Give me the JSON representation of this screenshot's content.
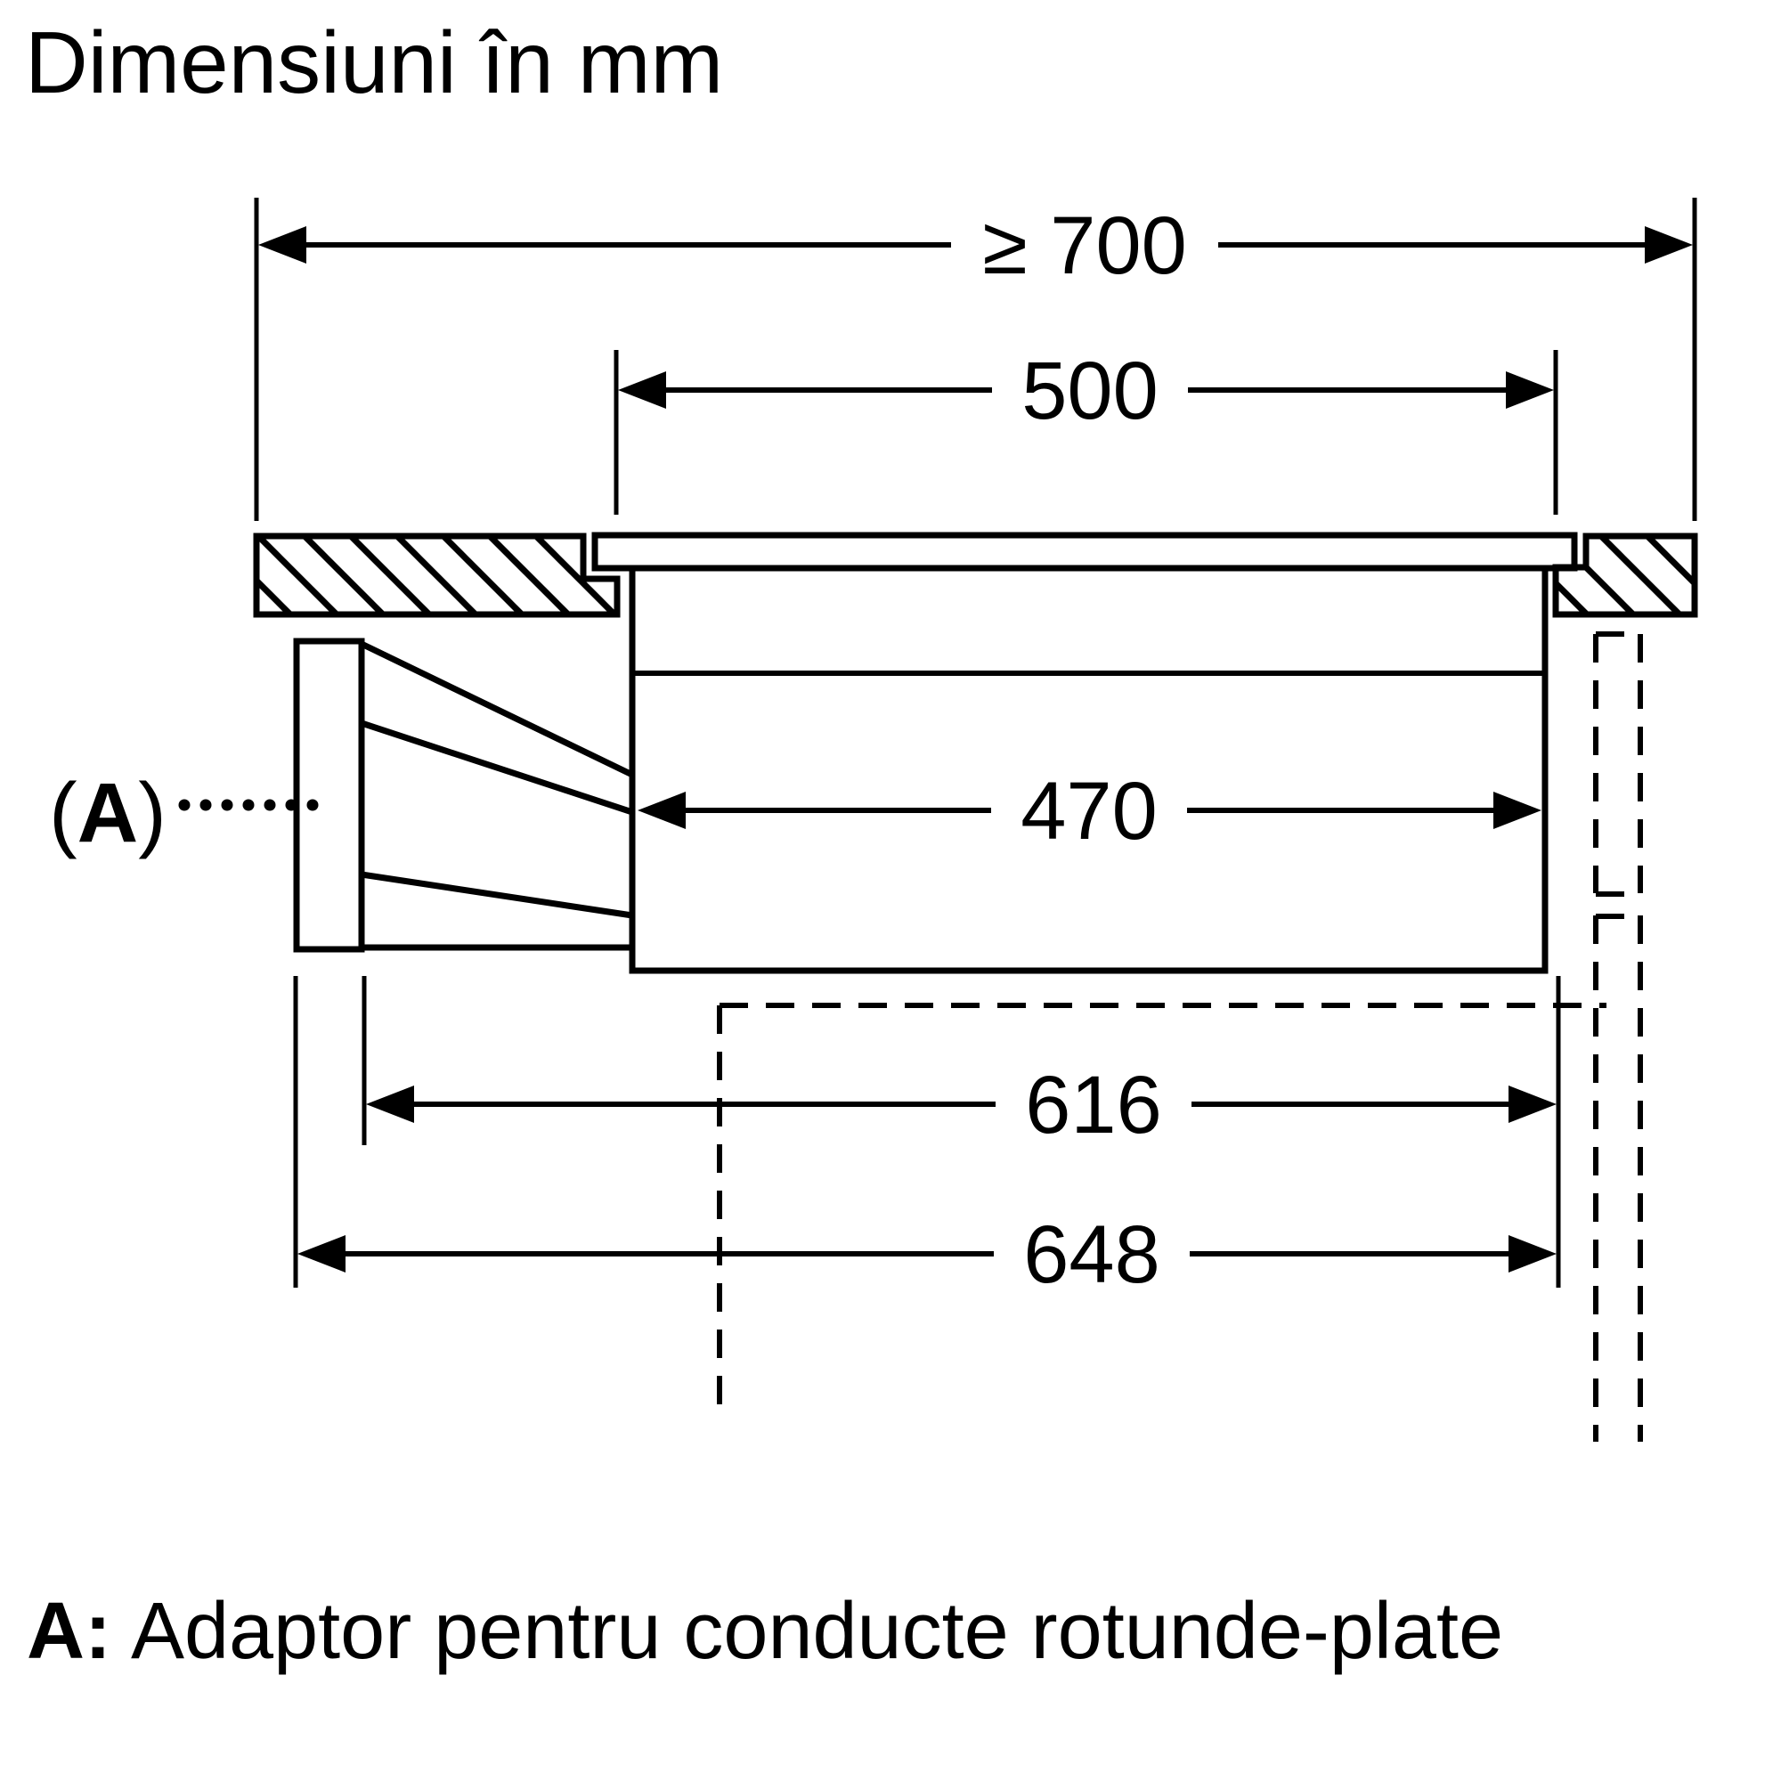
{
  "title": "Dimensiuni în mm",
  "units": "mm",
  "footnote": {
    "prefix": "A:",
    "text": "Adaptor pentru conducte rotunde-plate"
  },
  "adapter_label": {
    "open": "(",
    "letter": "A",
    "close": ")"
  },
  "dimensions": {
    "worktop_min_width": {
      "label": "≥ 700",
      "value_mm": 700,
      "minimum": true
    },
    "cutout_width": {
      "label": "500",
      "value_mm": 500
    },
    "body_width": {
      "label": "470",
      "value_mm": 470
    },
    "depth_inner": {
      "label": "616",
      "value_mm": 616
    },
    "depth_overall": {
      "label": "648",
      "value_mm": 648
    }
  },
  "colors": {
    "line": "#000000",
    "background": "#ffffff"
  }
}
